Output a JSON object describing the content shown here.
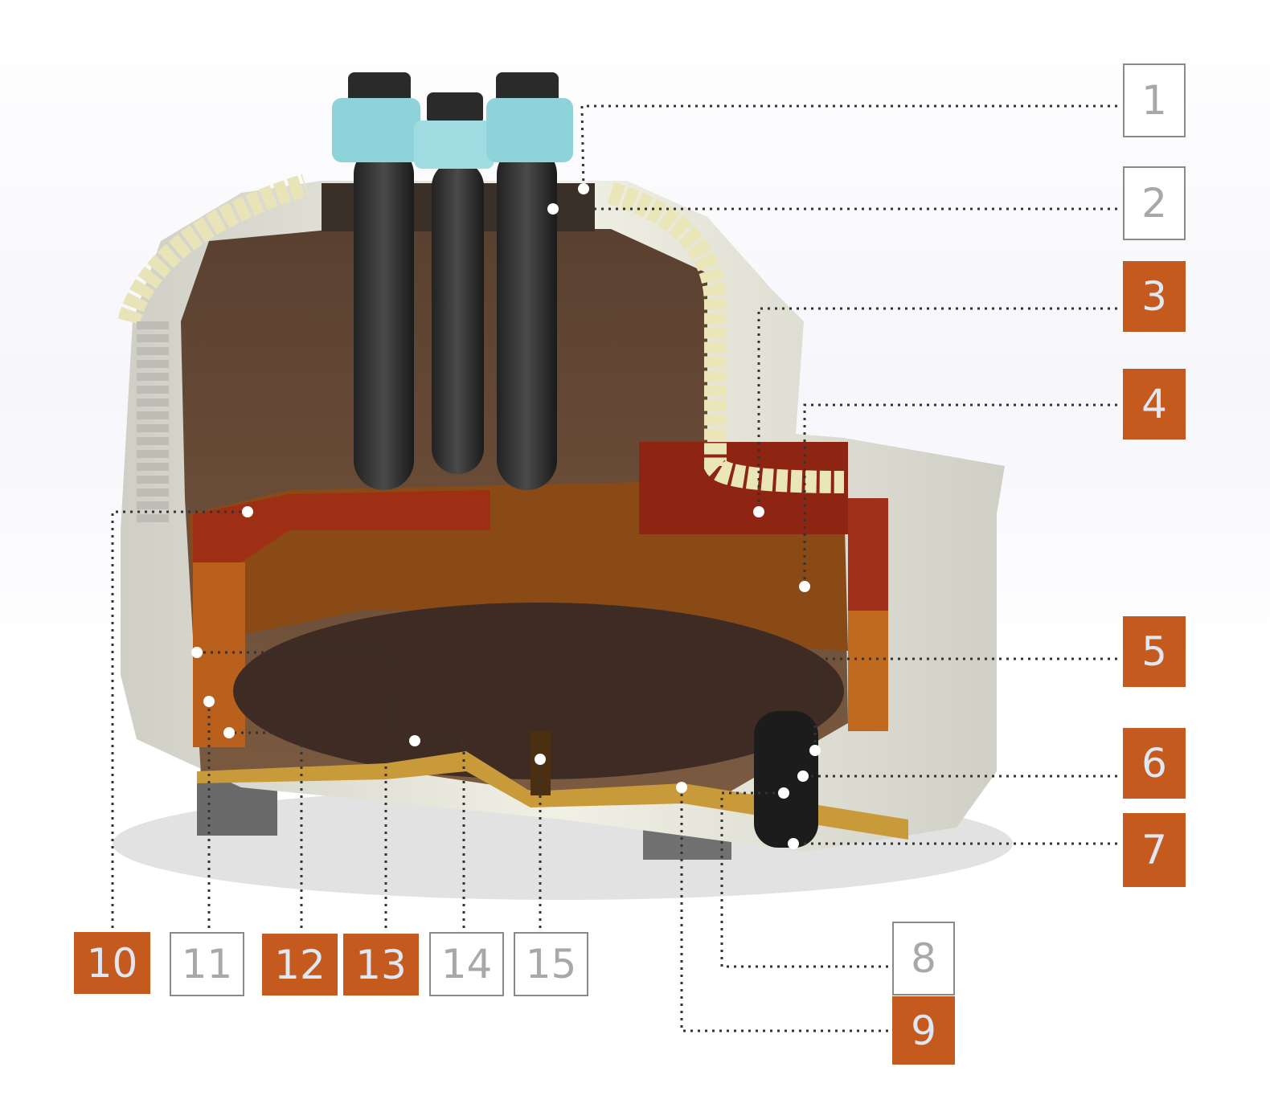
{
  "colors": {
    "accent": "#c55a1f",
    "label_text_light": "#dfe8f2",
    "label_text_gray": "#a8a8a8"
  },
  "callouts": [
    {
      "id": "1",
      "style": "white"
    },
    {
      "id": "2",
      "style": "white"
    },
    {
      "id": "3",
      "style": "orange"
    },
    {
      "id": "4",
      "style": "orange"
    },
    {
      "id": "5",
      "style": "orange"
    },
    {
      "id": "6",
      "style": "orange"
    },
    {
      "id": "7",
      "style": "orange"
    },
    {
      "id": "8",
      "style": "white"
    },
    {
      "id": "9",
      "style": "orange"
    },
    {
      "id": "10",
      "style": "orange"
    },
    {
      "id": "11",
      "style": "white"
    },
    {
      "id": "12",
      "style": "orange"
    },
    {
      "id": "13",
      "style": "orange"
    },
    {
      "id": "14",
      "style": "white"
    },
    {
      "id": "15",
      "style": "white"
    }
  ]
}
